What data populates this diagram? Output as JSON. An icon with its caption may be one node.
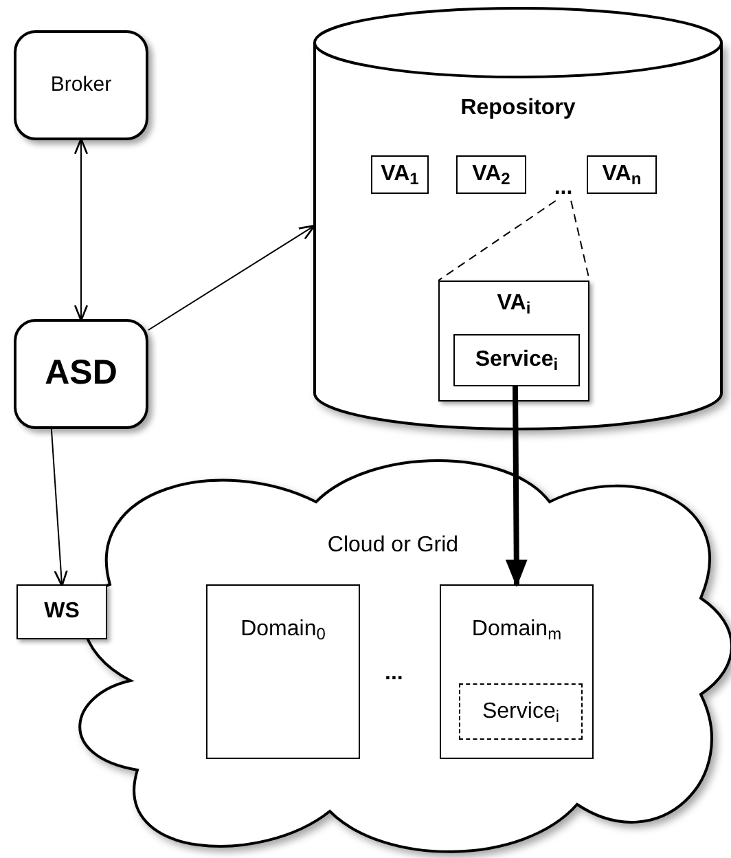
{
  "diagram": {
    "nodes": [
      {
        "text": [
          "Broker"
        ]
      },
      {
        "text": [
          "ASD"
        ]
      },
      {
        "text": [
          "Repository"
        ]
      },
      {
        "text": [
          "VA$_{1}$"
        ],
        "in": 2
      },
      {
        "text": [
          "VA$_{2}$"
        ],
        "in": 2
      },
      {
        "text": [
          "..."
        ],
        "in": 2
      },
      {
        "text": [
          "VA$_{n}$"
        ],
        "in": 2
      },
      {
        "text": [
          "VA$_{i}$"
        ],
        "in": 2
      },
      {
        "text": [
          "Service$_{i}$"
        ],
        "in": 7
      },
      {
        "text": [
          "Cloud or Grid"
        ]
      },
      {
        "text": [
          "WS"
        ]
      },
      {
        "text": [
          "Domain$_{0}$"
        ],
        "in": 9
      },
      {
        "text": [
          "Domain$_{m}$"
        ],
        "in": 9
      },
      {
        "text": [
          "Service$_{i}$"
        ],
        "in": 12
      }
    ],
    "edges": [
      {
        "from": 0,
        "to": 1,
        "arrow": "both"
      },
      {
        "from": 1,
        "to": 2,
        "arrow": "to"
      },
      {
        "from": 1,
        "to": 10,
        "arrow": "to"
      },
      {
        "from": 5,
        "to": 7,
        "arrow": "none",
        "style": "dashed"
      },
      {
        "from": 5,
        "to": 7,
        "arrow": "none",
        "style": "dashed"
      },
      {
        "from": 8,
        "to": 12,
        "arrow": "to",
        "style": "thick"
      }
    ],
    "labels": [
      "..."
    ]
  }
}
